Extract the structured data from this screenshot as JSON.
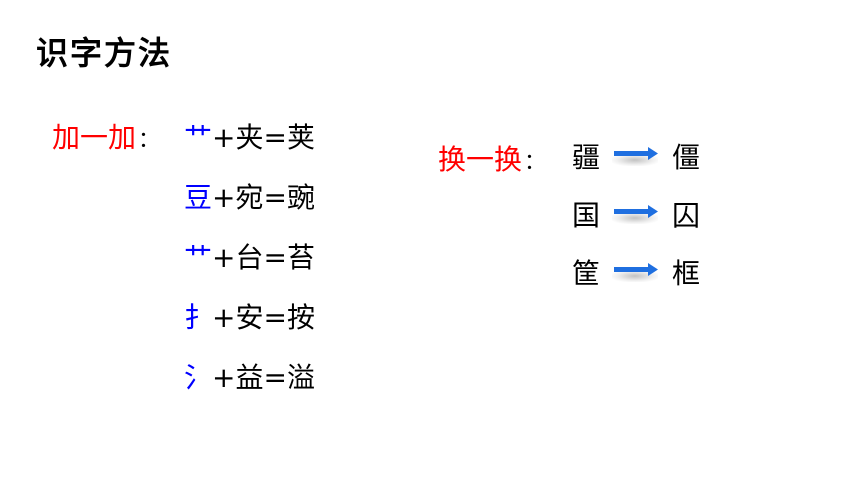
{
  "title": "识字方法",
  "add_method": {
    "label": "加一加",
    "colon": "：",
    "rows": [
      {
        "part": "艹",
        "rest": "+夹=荚"
      },
      {
        "part": "豆",
        "rest": "+宛=豌"
      },
      {
        "part": "艹",
        "rest": "+台=苔"
      },
      {
        "part": "扌",
        "rest": "+安=按"
      },
      {
        "part": "氵",
        "rest": "+益=溢"
      }
    ]
  },
  "swap_method": {
    "label": "换一换",
    "colon": "：",
    "rows": [
      {
        "from": "疆",
        "to": "僵"
      },
      {
        "from": "国",
        "to": "囚"
      },
      {
        "from": "筐",
        "to": "框"
      }
    ]
  },
  "colors": {
    "label_red": "#ff0000",
    "part_blue": "#0000ff",
    "arrow_blue": "#1f6fe0"
  },
  "icons": {
    "arrow": "right-arrow-icon"
  }
}
